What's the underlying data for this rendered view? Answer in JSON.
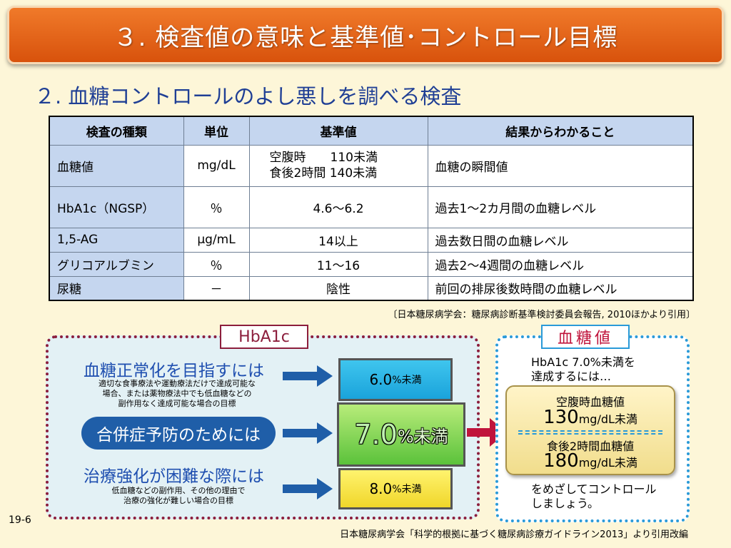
{
  "header": {
    "title": "３. 検査値の意味と基準値･コントロール目標"
  },
  "subtitle": "２. 血糖コントロールのよし悪しを調べる検査",
  "table": {
    "headers": [
      "検査の種類",
      "単位",
      "基準値",
      "結果からわかること"
    ],
    "rows": [
      {
        "type": "血糖値",
        "unit": "mg/dL",
        "standard_1": "空腹時　　110未満",
        "standard_2": "食後2時間 140未満",
        "meaning": "血糖の瞬間値"
      },
      {
        "type": "HbA1c（NGSP）",
        "unit": "％",
        "standard": "4.6～6.2",
        "meaning": "過去1～2カ月間の血糖レベル"
      },
      {
        "type": "1,5-AG",
        "unit": "μg/mL",
        "standard": "14以上",
        "meaning": "過去数日間の血糖レベル"
      },
      {
        "type": "グリコアルブミン",
        "unit": "％",
        "standard": "11～16",
        "meaning": "過去2～4週間の血糖レベル"
      },
      {
        "type": "尿糖",
        "unit": "－",
        "standard": "陰性",
        "meaning": "前回の排尿後数時間の血糖レベル"
      }
    ]
  },
  "citation": "〔日本糖尿病学会：糖尿病診断基準検討委員会報告, 2010ほかより引用〕",
  "hba1c_panel": {
    "tag": "HbA1c",
    "normal_heading": "血糖正常化を目指すには",
    "normal_note_1": "適切な食事療法や運動療法だけで達成可能な",
    "normal_note_2": "場合、または薬物療法中でも低血糖などの",
    "normal_note_3": "副作用なく達成可能な場合の目標",
    "normal_target_value": "6.0",
    "normal_target_unit": "%未満",
    "complication_heading": "合併症予防のためには",
    "complication_target_value": "7.0",
    "complication_target_unit": "%未満",
    "difficult_heading": "治療強化が困難な際には",
    "difficult_note_1": "低血糖などの副作用、その他の理由で",
    "difficult_note_2": "治療の強化が難しい場合の目標",
    "difficult_target_value": "8.0",
    "difficult_target_unit": "%未満"
  },
  "glucose_panel": {
    "tag": "血糖値",
    "intro_1": "HbA1c 7.0%未満を",
    "intro_2": "達成するには…",
    "fasting_label": "空腹時血糖値",
    "fasting_value": "130",
    "fasting_unit": "mg/dL未満",
    "postmeal_label": "食後2時間血糖値",
    "postmeal_value": "180",
    "postmeal_unit": "mg/dL未満",
    "outro_1": "をめざしてコントロール",
    "outro_2": "しましょう。"
  },
  "page_number": "19-6",
  "source": "日本糖尿病学会「科学的根拠に基づく糖尿病診療ガイドライン2013」より引用改編",
  "colors": {
    "title_bar": "#e6661a",
    "table_header": "#c5d6ef",
    "heading_blue": "#1f4fb0",
    "arrow_red": "#c0143c"
  }
}
